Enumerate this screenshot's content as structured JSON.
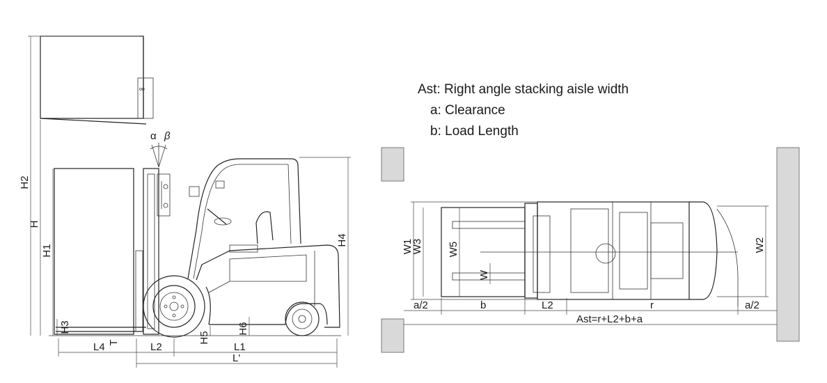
{
  "legend": {
    "ast": "Ast: Right angle stacking aisle width",
    "a": "a: Clearance",
    "b": "b: Load Length"
  },
  "side_view": {
    "labels": {
      "H2": "H2",
      "H": "H",
      "H1": "H1",
      "H4": "H4",
      "H3": "H3",
      "H5": "H5",
      "H6": "H6",
      "L4": "L4",
      "L2": "L2",
      "L1": "L1",
      "Lp": "L'",
      "T": "T",
      "alpha": "α",
      "beta": "β"
    }
  },
  "top_view": {
    "labels": {
      "W1": "W1",
      "W3": "W3",
      "W5": "W5",
      "W": "W",
      "W2": "W2",
      "a_half_left": "a/2",
      "b": "b",
      "L2": "L2",
      "r": "r",
      "a_half_right": "a/2",
      "ast": "Ast=r+L2+b+a"
    }
  }
}
